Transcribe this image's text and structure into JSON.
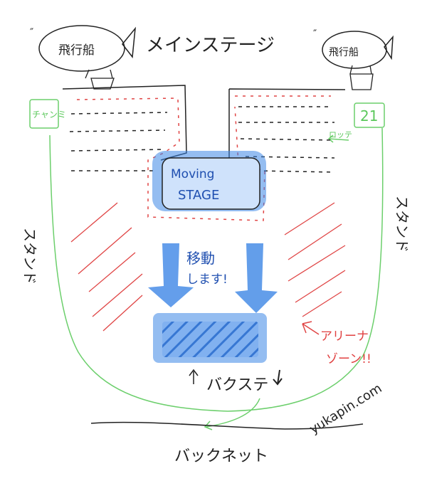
{
  "labels": {
    "main_stage": "メインステージ",
    "ship_left": "飛行船",
    "ship_right": "飛行船",
    "moving_stage_line1": "Moving",
    "moving_stage_line2": "STAGE",
    "moves_line1": "移動",
    "moves_line2": "します!",
    "arena_line1": "アリーナ",
    "arena_line2": "ゾーン!!",
    "back_stage": "バクステ",
    "back_net": "バックネット",
    "stand_left": "スタンド",
    "stand_right": "スタンド",
    "left_green_box": "チャンミ",
    "right_green_box": "21",
    "right_green_small": "ロッテ",
    "watermark": "yukapin.com"
  },
  "colors": {
    "ink": "#222222",
    "stage_blue": "#3d86e6",
    "arena_red": "#e04545",
    "stand_green": "#6ccf6c"
  }
}
